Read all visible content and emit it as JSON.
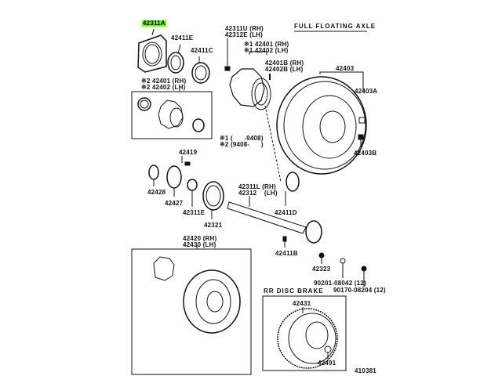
{
  "diagram": {
    "title": "FULL FLOATING AXLE",
    "section_disc": "RR DISC BRAKE",
    "figure_number": "410381",
    "highlight_color": "#6ef02a",
    "parts": {
      "p42311A": "42311A",
      "p42411E": "42411E",
      "p42411C": "42411C",
      "hub2_rh": "※2 42401 (RH)",
      "hub2_lh": "※2 42402 (LH)",
      "bolt_rh": "42311U (RH)",
      "bolt_lh": "42312E (LH)",
      "hub1_rh": "※1 42401 (RH)",
      "hub1_lh": "※1 42402 (LH)",
      "p42401B": "42401B (RH)",
      "p42402B": "42402B (LH)",
      "p42403": "42403",
      "p42403A": "42403A",
      "p42403B": "42403B",
      "note1": "※1 (      -9408)",
      "note2": "※2 (9408-      )",
      "p42419": "42419",
      "p42428": "42428",
      "p42427": "42427",
      "p42311E": "42311E",
      "p42321": "42321",
      "shaft_rh": "42311L (RH)",
      "shaft_lh": "42312    (LH)",
      "p42411D": "42411D",
      "p42411B": "42411B",
      "p42420": "42420 (RH)",
      "p42430": "42430 (LH)",
      "p42323": "42323",
      "nut1": "90201-08042 (12)",
      "nut2": "90170-08204 (12)",
      "p42431": "42431",
      "p42491": "42491"
    }
  }
}
